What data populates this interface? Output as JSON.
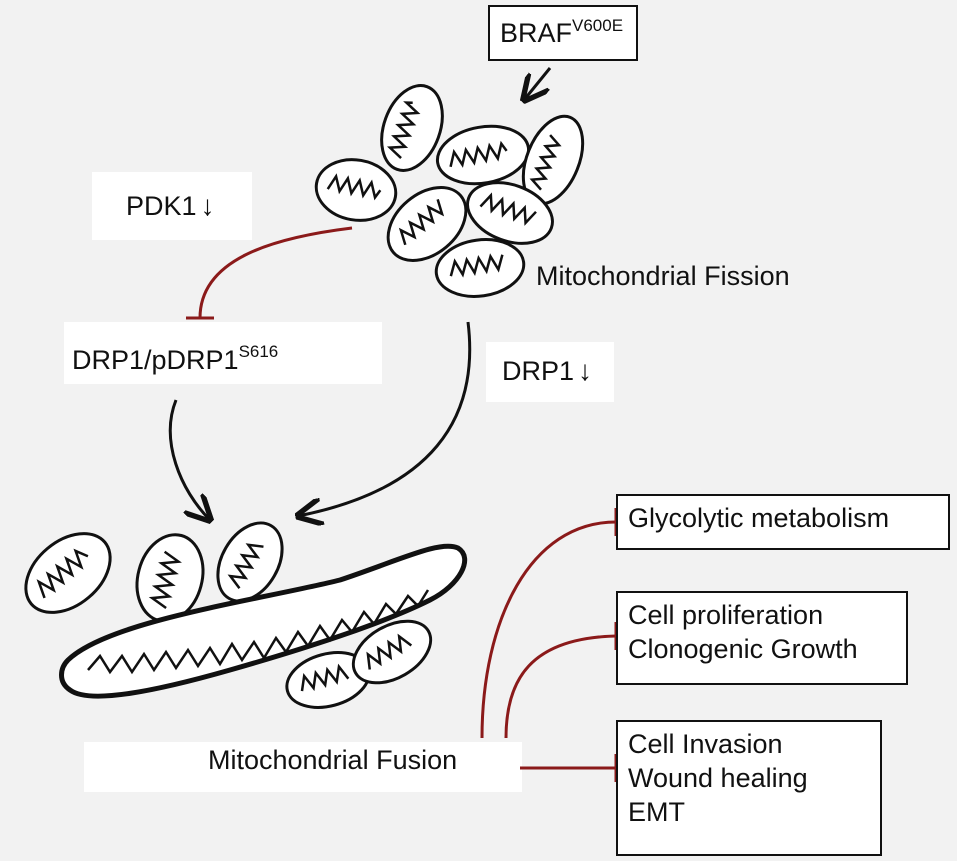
{
  "labels": {
    "braf_main": "BRAF",
    "braf_sup": "V600E",
    "pdk1": "PDK1",
    "drp1_main": "DRP1/pDRP1",
    "drp1_sup": "S616",
    "drp1_right": "DRP1",
    "fission": "Mitochondrial Fission",
    "fusion": "Mitochondrial Fusion",
    "down_arrow": "↓"
  },
  "outcomes": [
    {
      "lines": [
        "Glycolytic metabolism"
      ]
    },
    {
      "lines": [
        "Cell proliferation",
        "Clonogenic Growth"
      ]
    },
    {
      "lines": [
        "Cell Invasion",
        "Wound healing",
        "EMT"
      ]
    }
  ],
  "colors": {
    "inhibit": "#8b1a1a",
    "arrow": "#111111"
  }
}
